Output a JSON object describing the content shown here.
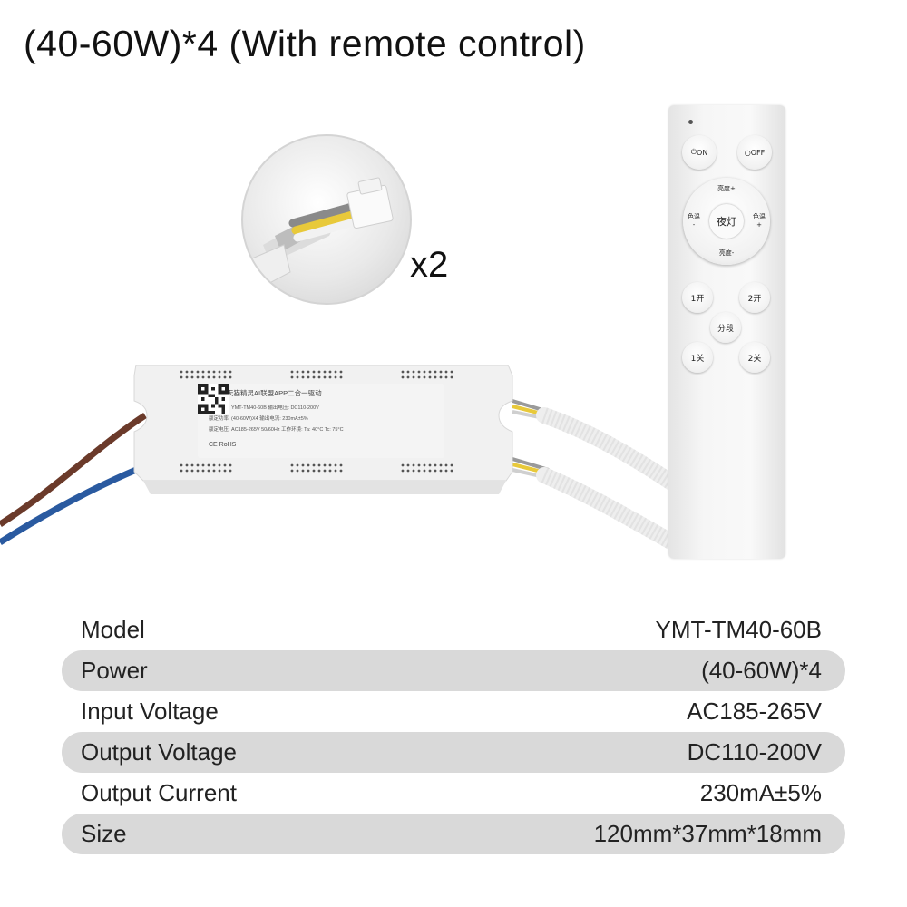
{
  "title": "(40-60W)*4 (With remote control)",
  "inset": {
    "quantity_label": "x2"
  },
  "driver": {
    "brand_text": "天猫精灵AI联盟APP二合一驱动",
    "label_lines": [
      "规格型号: YMT-TM40-60B    输出电压: DC110-200V",
      "额定功率: (40-60W)X4      输出电流: 230mA±5%",
      "额定电压: AC185-265V 50/60Hz  工作环境: Ta: 40°C Tc: 75°C"
    ],
    "cert_marks": "CE  RoHS"
  },
  "remote": {
    "on_label": "ON",
    "off_label": "OFF",
    "brightness_up": "亮度+",
    "brightness_down": "亮度-",
    "color_temp_minus": "色温 -",
    "color_temp_plus": "色温 +",
    "night_light": "夜灯",
    "btn_1_on": "1开",
    "btn_2_on": "2开",
    "btn_segment": "分段",
    "btn_1_off": "1关",
    "btn_2_off": "2关"
  },
  "specs": [
    {
      "label": "Model",
      "value": "YMT-TM40-60B"
    },
    {
      "label": "Power",
      "value": "(40-60W)*4"
    },
    {
      "label": "Input Voltage",
      "value": "AC185-265V"
    },
    {
      "label": "Output Voltage",
      "value": "DC110-200V"
    },
    {
      "label": "Output Current",
      "value": "230mA±5%"
    },
    {
      "label": "Size",
      "value": "120mm*37mm*18mm"
    }
  ],
  "colors": {
    "row_shade": "#d9d9d9",
    "wire_brown": "#6b3a2a",
    "wire_blue": "#2a5aa0",
    "wire_yellow": "#e8c93a",
    "wire_gray": "#9a9a9a"
  }
}
